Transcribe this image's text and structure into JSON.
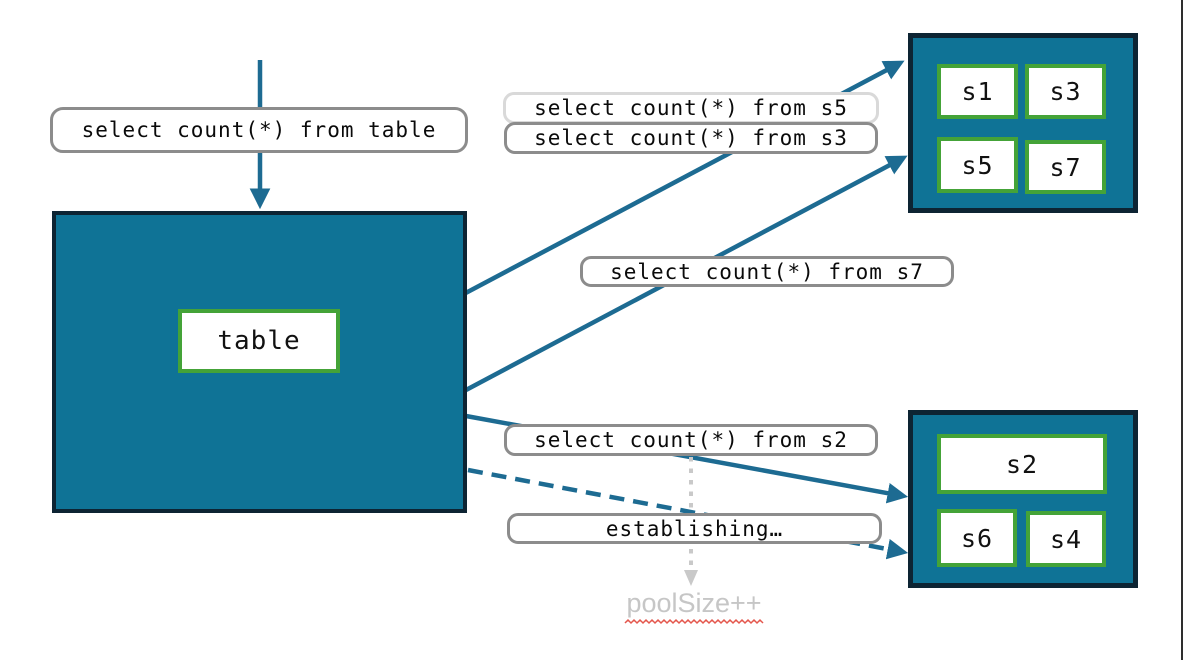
{
  "colors": {
    "teal_fill": "#0f7396",
    "dark_border": "#0d2433",
    "green_border": "#44a338",
    "arrow": "#1d6b92",
    "label_border": "#8c8c8c",
    "label_border_light": "#d9d9d9",
    "muted_text": "#c6c6c6",
    "dotted_gray": "#c9c9c9",
    "squiggle": "#e4574d"
  },
  "table_box": {
    "label": "table"
  },
  "query_labels": {
    "from_table": "select count(*) from table",
    "from_s5": "select count(*) from s5",
    "from_s3": "select count(*) from s3",
    "from_s7": "select count(*) from s7",
    "from_s2": "select count(*) from s2",
    "establishing": "establishing…",
    "pool_size": "poolSize++"
  },
  "shard_groups": {
    "top": {
      "shards": [
        "s1",
        "s3",
        "s5",
        "s7"
      ]
    },
    "bottom": {
      "shards": [
        "s2",
        "s6",
        "s4"
      ]
    }
  }
}
